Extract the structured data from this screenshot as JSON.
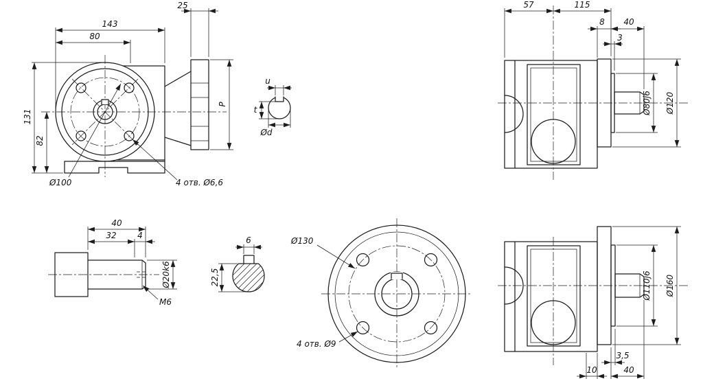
{
  "meta": {
    "type": "technical-drawing-gear-reducer",
    "ink": "#1c1c1c",
    "background": "#ffffff"
  },
  "drawing": {
    "front": {
      "w143": "143",
      "w80": "80",
      "w25": "25",
      "h131": "131",
      "h82": "82",
      "dia100": "Ø100",
      "holes": "4 отв. Ø6,6",
      "flange_p": "P"
    },
    "key_detail": {
      "u": "u",
      "t": "t",
      "dd": "Ød"
    },
    "side_top": {
      "w57": "57",
      "w115": "115",
      "w8": "8",
      "w40": "40",
      "w3": "3",
      "dia80": "Ø80j6",
      "dia120": "Ø120"
    },
    "shaft": {
      "l40": "40",
      "l32": "32",
      "l4": "4",
      "dia20": "Ø20k6",
      "thread": "M6"
    },
    "key_section": {
      "w6": "6",
      "h22_5": "22,5"
    },
    "flange_view": {
      "dia130": "Ø130",
      "holes": "4 отв. Ø9"
    },
    "side_bottom": {
      "dia110": "Ø110j6",
      "dia160": "Ø160",
      "t3_5": "3,5",
      "w10": "10",
      "w40": "40"
    }
  }
}
